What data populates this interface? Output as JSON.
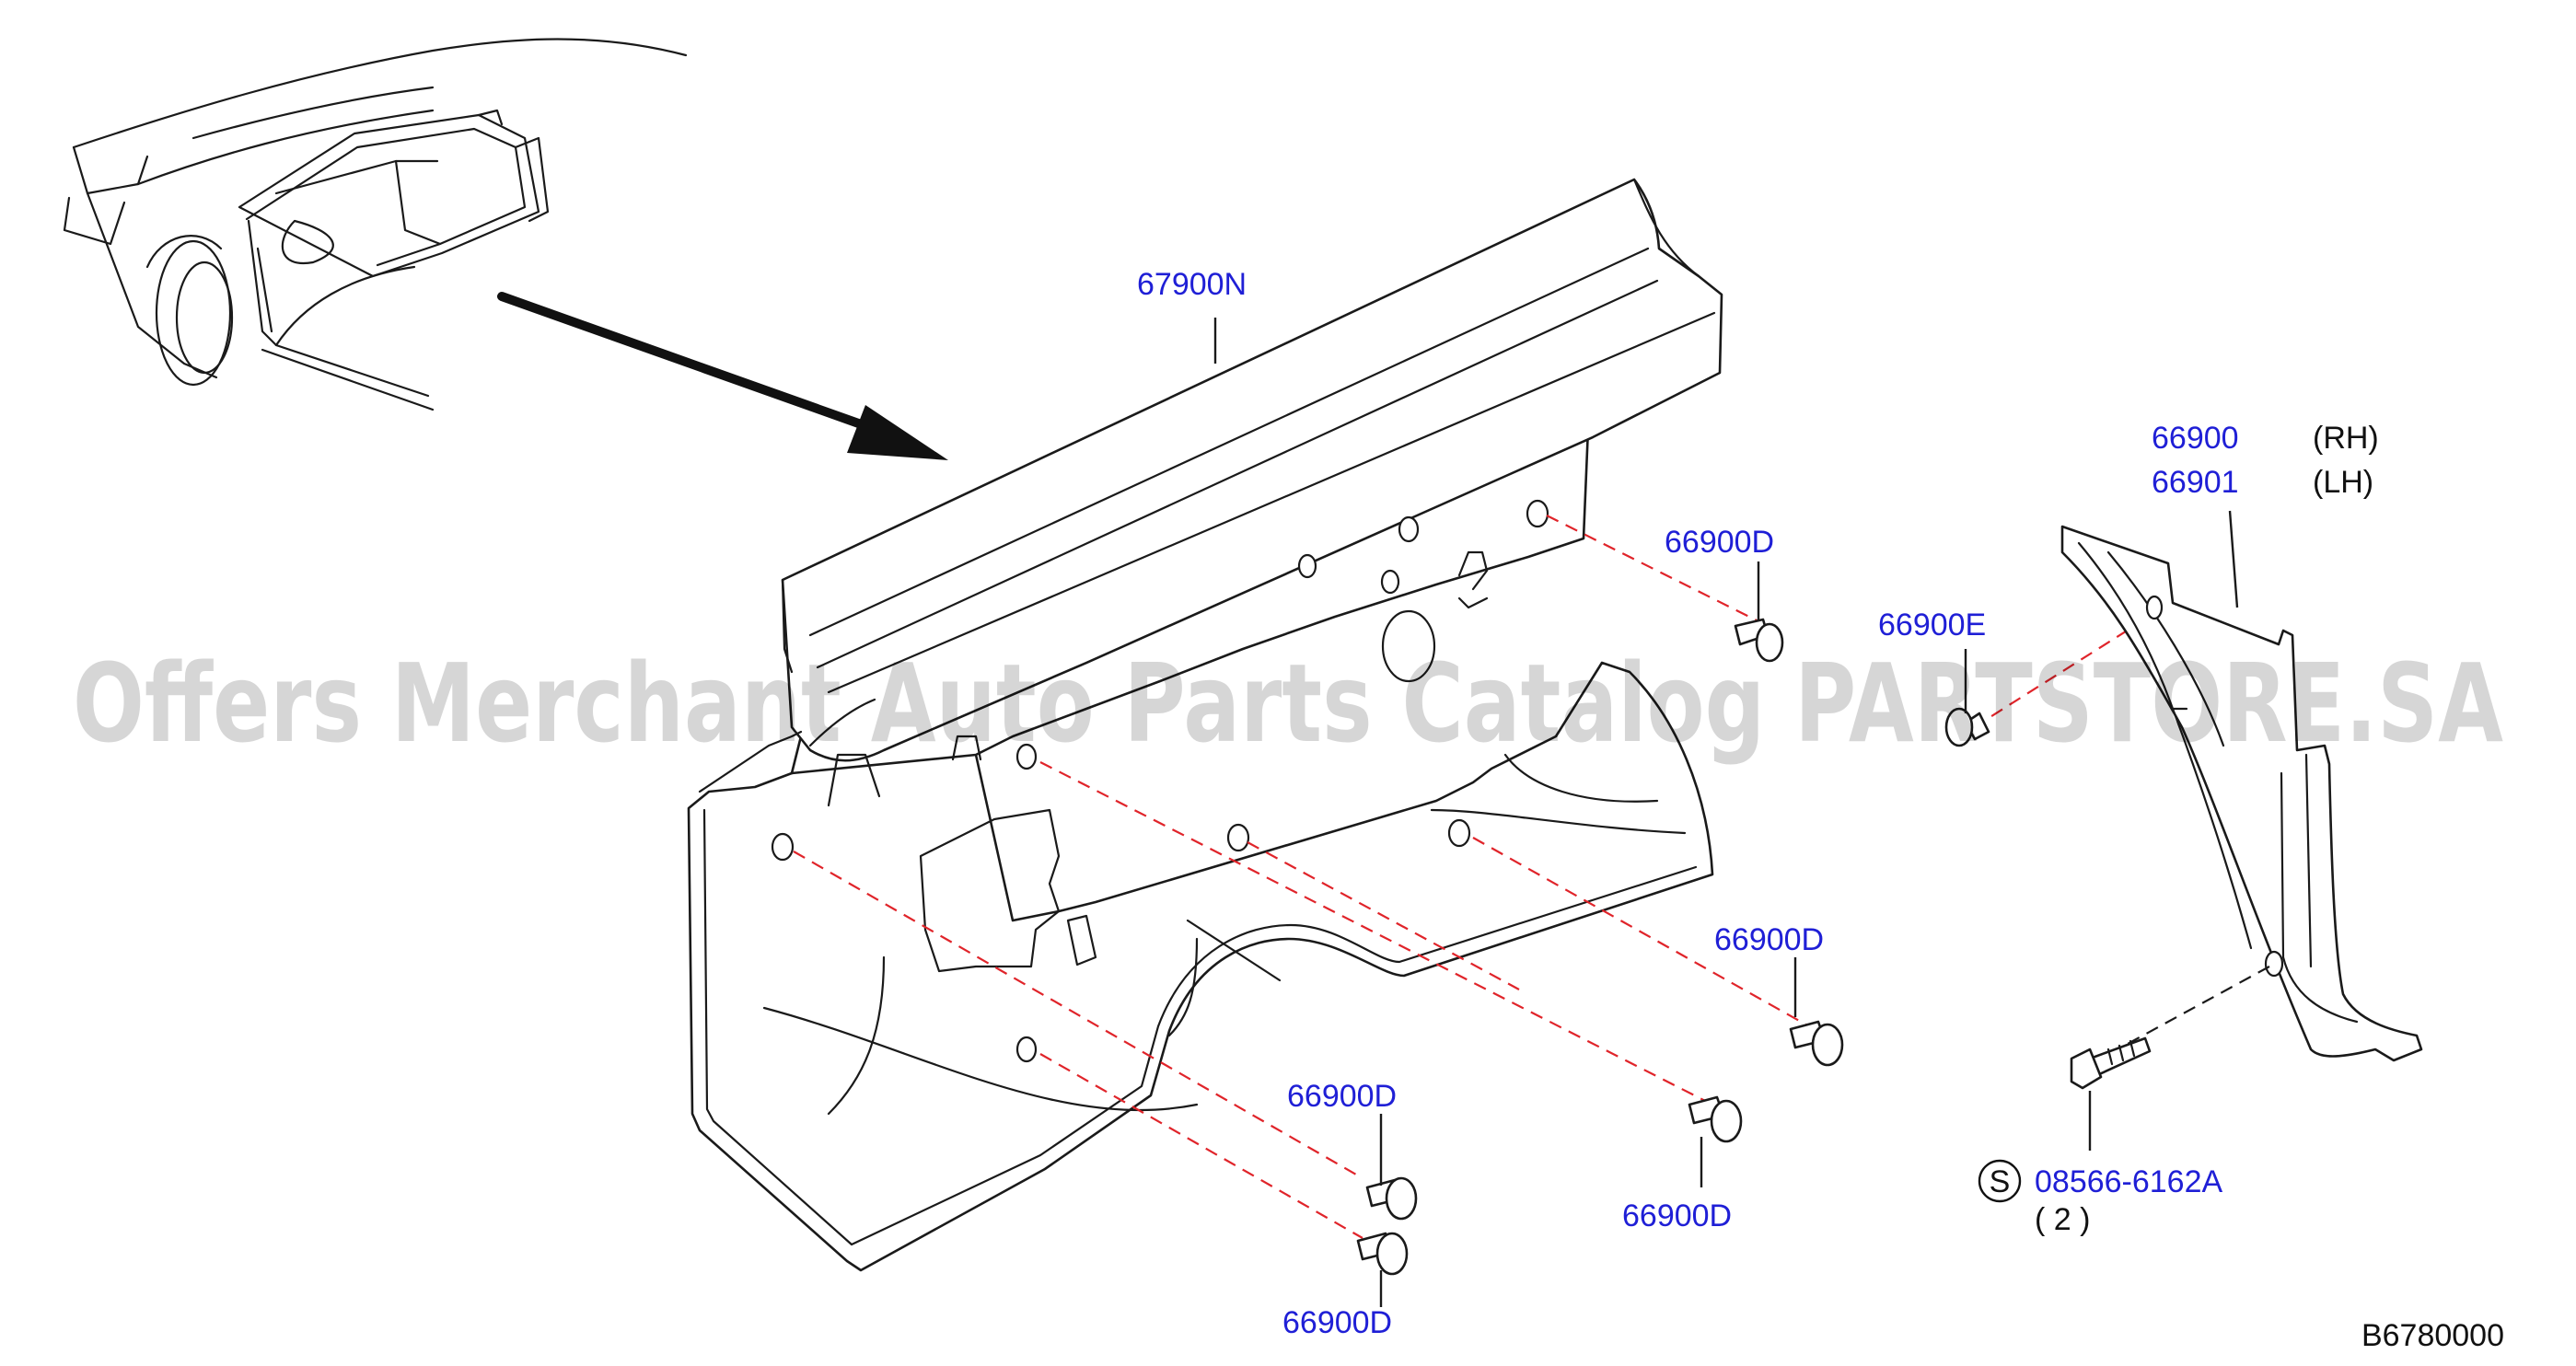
{
  "watermark": "Offers Merchant Auto Parts Catalog PARTSTORE.SA",
  "diagram_code": "B6780000",
  "parts": {
    "finisher_top": "67900N",
    "clip_d": "66900D",
    "clip_e": "66900E",
    "trim_rh": "66900",
    "trim_lh": "66901",
    "rh": "(RH)",
    "lh": "(LH)",
    "screw": "08566-6162A",
    "screw_qty": "( 2 )",
    "screw_symbol": "S"
  },
  "colors": {
    "part_number": "#1f1fd6",
    "dashed_guide": "#e0242a",
    "line_art": "#1a1a1a"
  },
  "icons": [
    "vehicle-overview-icon",
    "direction-arrow-icon",
    "clip-icon",
    "screw-icon"
  ]
}
